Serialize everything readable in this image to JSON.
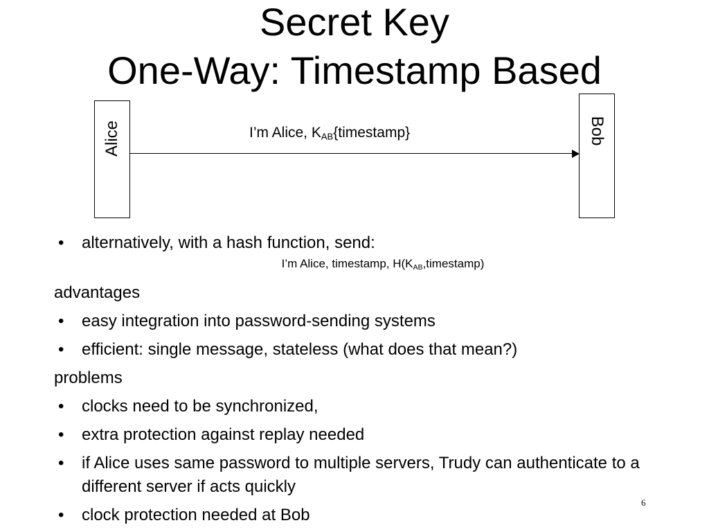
{
  "title": {
    "line1": "Secret Key",
    "line2": "One-Way: Timestamp Based"
  },
  "diagram": {
    "left_actor": "Alice",
    "right_actor": "Bob",
    "message_prefix": "I’m Alice, K",
    "message_sub": "AB",
    "message_suffix": "{timestamp}"
  },
  "bullet_symbol": "•",
  "alt": {
    "text": "alternatively, with a hash function, send:",
    "formula_prefix": "I’m Alice, timestamp, H(K",
    "formula_sub": "AB",
    "formula_suffix": ",timestamp)"
  },
  "advantages": {
    "heading": "advantages",
    "items": [
      "easy integration into password-sending systems",
      "efficient: single message, stateless (what does that mean?)"
    ]
  },
  "problems": {
    "heading": "problems",
    "items": [
      "clocks need to be synchronized,",
      "extra protection against replay needed",
      "if Alice uses same password to multiple servers, Trudy can authenticate to a different server if acts quickly",
      "clock protection needed at Bob"
    ]
  },
  "slide_number": "6"
}
